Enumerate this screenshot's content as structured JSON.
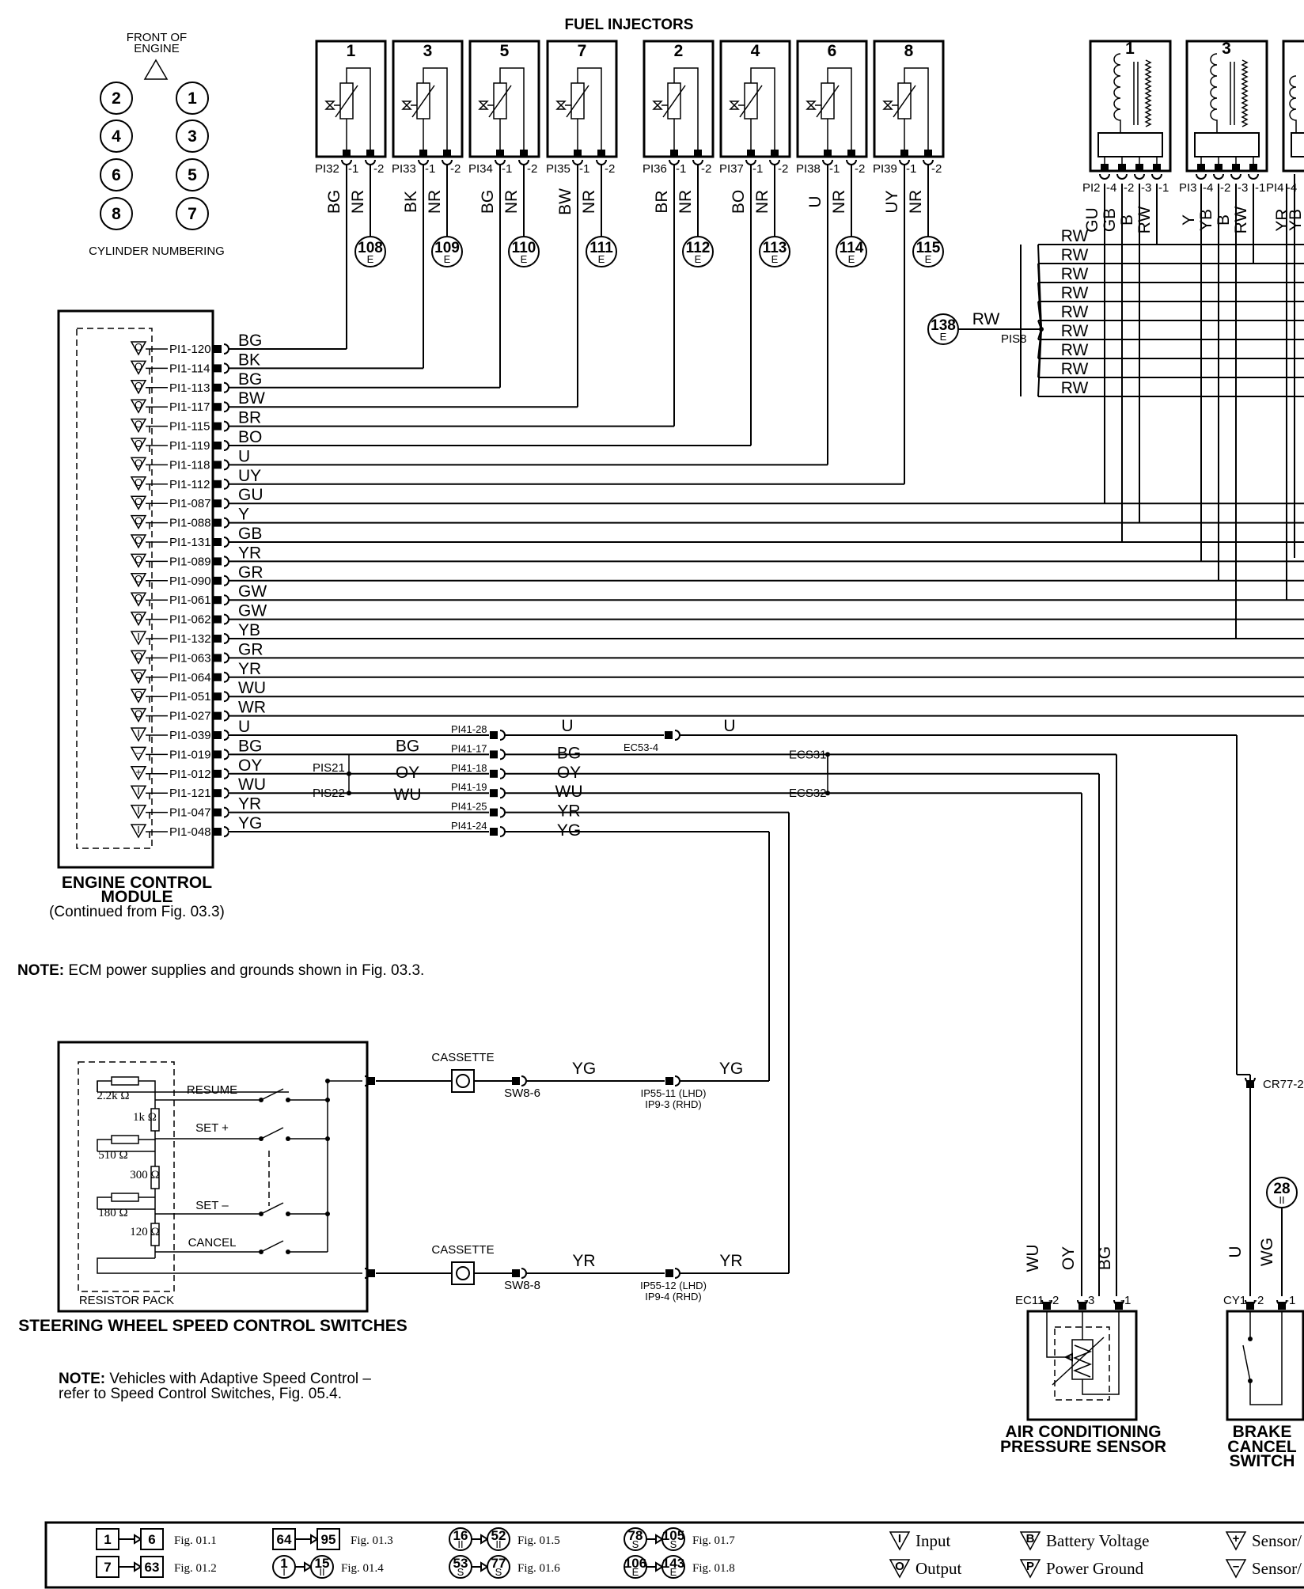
{
  "front_of_engine": [
    "FRONT OF",
    "ENGINE"
  ],
  "cylinder_numbering": "CYLINDER NUMBERING",
  "cylinders": [
    "2",
    "1",
    "4",
    "3",
    "6",
    "5",
    "8",
    "7"
  ],
  "fuel_injectors_title": "FUEL INJECTORS",
  "injectors": [
    {
      "num": "1",
      "conn": "PI32",
      "wire": "BG",
      "ret": "NR",
      "ref": "108",
      "refsub": "E"
    },
    {
      "num": "3",
      "conn": "PI33",
      "wire": "BK",
      "ret": "NR",
      "ref": "109",
      "refsub": "E"
    },
    {
      "num": "5",
      "conn": "PI34",
      "wire": "BG",
      "ret": "NR",
      "ref": "110",
      "refsub": "E"
    },
    {
      "num": "7",
      "conn": "PI35",
      "wire": "BW",
      "ret": "NR",
      "ref": "111",
      "refsub": "E"
    },
    {
      "num": "2",
      "conn": "PI36",
      "wire": "BR",
      "ret": "NR",
      "ref": "112",
      "refsub": "E"
    },
    {
      "num": "4",
      "conn": "PI37",
      "wire": "BO",
      "ret": "NR",
      "ref": "113",
      "refsub": "E"
    },
    {
      "num": "6",
      "conn": "PI38",
      "wire": "U",
      "ret": "NR",
      "ref": "114",
      "refsub": "E"
    },
    {
      "num": "8",
      "conn": "PI39",
      "wire": "UY",
      "ret": "NR",
      "ref": "115",
      "refsub": "E"
    }
  ],
  "injector_pins": [
    "-1",
    "-2"
  ],
  "coils": [
    {
      "num": "1",
      "conn": "PI2",
      "pins": [
        "-4",
        "-2",
        "-3",
        "-1"
      ],
      "wires": [
        "GU",
        "GB",
        "B",
        "RW"
      ]
    },
    {
      "num": "3",
      "conn": "PI3",
      "pins": [
        "-4",
        "-2",
        "-3",
        "-1"
      ],
      "wires": [
        "Y",
        "YB",
        "B",
        "RW"
      ]
    }
  ],
  "coil_partial": {
    "conn": "PI4",
    "pin": "-4",
    "wires": [
      "YR",
      "YB"
    ]
  },
  "splice": {
    "ref": "138",
    "refsub": "E",
    "wire": "RW",
    "name": "PIS8",
    "branch_wire": "RW",
    "branch_count": 9
  },
  "ecm": {
    "title": [
      "ENGINE CONTROL",
      "MODULE"
    ],
    "subtitle": "(Continued from Fig. 03.3)",
    "pins": [
      {
        "pin": "PI1-120",
        "wire": "BG",
        "type": "O"
      },
      {
        "pin": "PI1-114",
        "wire": "BK",
        "type": "O"
      },
      {
        "pin": "PI1-113",
        "wire": "BG",
        "type": "O"
      },
      {
        "pin": "PI1-117",
        "wire": "BW",
        "type": "O"
      },
      {
        "pin": "PI1-115",
        "wire": "BR",
        "type": "O"
      },
      {
        "pin": "PI1-119",
        "wire": "BO",
        "type": "O"
      },
      {
        "pin": "PI1-118",
        "wire": "U",
        "type": "O"
      },
      {
        "pin": "PI1-112",
        "wire": "UY",
        "type": "O"
      },
      {
        "pin": "PI1-087",
        "wire": "GU",
        "type": "O"
      },
      {
        "pin": "PI1-088",
        "wire": "Y",
        "type": "O"
      },
      {
        "pin": "PI1-131",
        "wire": "GB",
        "type": "O"
      },
      {
        "pin": "PI1-089",
        "wire": "YR",
        "type": "O"
      },
      {
        "pin": "PI1-090",
        "wire": "GR",
        "type": "O"
      },
      {
        "pin": "PI1-061",
        "wire": "GW",
        "type": "O"
      },
      {
        "pin": "PI1-062",
        "wire": "GW",
        "type": "O"
      },
      {
        "pin": "PI1-132",
        "wire": "YB",
        "type": "I"
      },
      {
        "pin": "PI1-063",
        "wire": "GR",
        "type": "O"
      },
      {
        "pin": "PI1-064",
        "wire": "YR",
        "type": "O"
      },
      {
        "pin": "PI1-051",
        "wire": "WU",
        "type": "O"
      },
      {
        "pin": "PI1-027",
        "wire": "WR",
        "type": "O"
      },
      {
        "pin": "PI1-039",
        "wire": "U",
        "type": "I"
      },
      {
        "pin": "PI1-019",
        "wire": "BG",
        "type": "S-"
      },
      {
        "pin": "PI1-012",
        "wire": "OY",
        "type": "S+"
      },
      {
        "pin": "PI1-121",
        "wire": "WU",
        "type": "I"
      },
      {
        "pin": "PI1-047",
        "wire": "YR",
        "type": "I"
      },
      {
        "pin": "PI1-048",
        "wire": "YG",
        "type": "I"
      }
    ]
  },
  "mid": {
    "pis21": "PIS21",
    "pis22": "PIS22",
    "oy": "OY",
    "wu": "WU",
    "bg": "BG",
    "u": "U",
    "yr": "YR",
    "yg": "YG",
    "pi41": [
      "PI41-28",
      "PI41-17",
      "PI41-18",
      "PI41-19",
      "PI41-25",
      "PI41-24"
    ],
    "ec53": "EC53-4",
    "ecs31": "ECS31",
    "ecs32": "ECS32"
  },
  "note1_bold": "NOTE:",
  "note1": "ECM power supplies and grounds shown in Fig. 03.3.",
  "swsc": {
    "title": "STEERING WHEEL SPEED CONTROL SWITCHES",
    "resistor_pack": "RESISTOR PACK",
    "resistors": [
      "2.2k Ω",
      "1k Ω",
      "510 Ω",
      "300 Ω",
      "180 Ω",
      "120 Ω"
    ],
    "switches": [
      "RESUME",
      "SET +",
      "SET –",
      "CANCEL"
    ],
    "cassette": "CASSETTE",
    "sw1": "SW8-6",
    "sw2": "SW8-8",
    "ip1": [
      "IP55-11 (LHD)",
      "IP9-3 (RHD)"
    ],
    "ip2": [
      "IP55-12 (LHD)",
      "IP9-4 (RHD)"
    ],
    "wire1": "YG",
    "wire2": "YR"
  },
  "note2_bold": "NOTE:",
  "note2": [
    "Vehicles with Adaptive Speed Control –",
    "refer to Speed Control Switches, Fig. 05.4."
  ],
  "acps": {
    "title": [
      "AIR CONDITIONING",
      "PRESSURE SENSOR"
    ],
    "conn": "EC11",
    "pins": [
      "-2",
      "-3",
      "-1"
    ],
    "wires": [
      "WU",
      "OY",
      "BG"
    ]
  },
  "bcs": {
    "title": [
      "BRAKE",
      "CANCEL",
      "SWITCH"
    ],
    "conn": "CY1",
    "pins": [
      "-2",
      "-1"
    ],
    "wires": [
      "U",
      "WG"
    ],
    "cr": "CR77-2",
    "ref": "28",
    "refsub": "II"
  },
  "legend": {
    "sq": [
      {
        "a": "1",
        "b": "6",
        "fig": "Fig. 01.1"
      },
      {
        "a": "7",
        "b": "63",
        "fig": "Fig. 01.2"
      }
    ],
    "sq2": [
      {
        "a": "64",
        "b": "95",
        "fig": "Fig. 01.3"
      }
    ],
    "circ": [
      {
        "a": "1",
        "as": "I",
        "b": "15",
        "bs": "II",
        "fig": "Fig. 01.4"
      },
      {
        "a": "16",
        "as": "II",
        "b": "52",
        "bs": "II",
        "fig": "Fig. 01.5"
      },
      {
        "a": "53",
        "as": "S",
        "b": "77",
        "bs": "S",
        "fig": "Fig. 01.6"
      },
      {
        "a": "78",
        "as": "S",
        "b": "105",
        "bs": "S",
        "fig": "Fig. 01.7"
      },
      {
        "a": "106",
        "as": "E",
        "b": "143",
        "bs": "E",
        "fig": "Fig. 01.8"
      }
    ],
    "sym": [
      {
        "g": "I",
        "label": "Input"
      },
      {
        "g": "O",
        "label": "Output"
      },
      {
        "g": "B",
        "label": "Battery Voltage"
      },
      {
        "g": "P",
        "label": "Power Ground"
      },
      {
        "g": "+",
        "label": "Sensor/"
      },
      {
        "g": "–",
        "label": "Sensor/"
      }
    ]
  }
}
